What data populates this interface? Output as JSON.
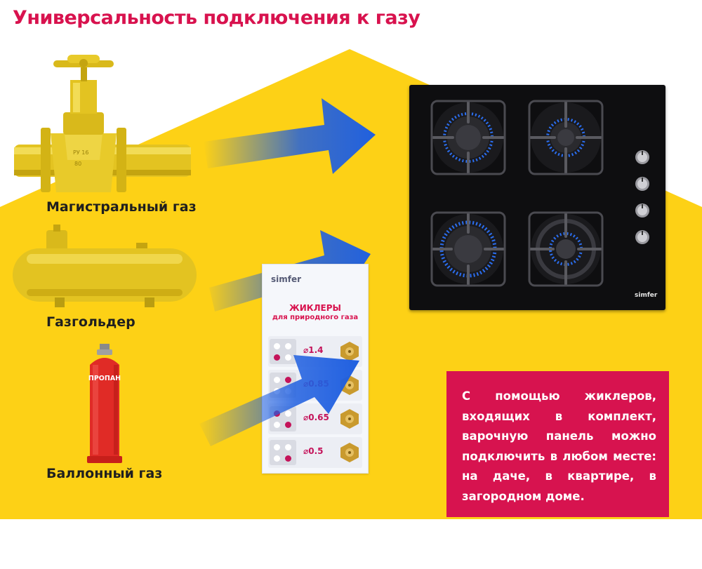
{
  "title": "Универсальность подключения к газу",
  "colors": {
    "accent": "#d7134f",
    "house_yellow": "#fdd116",
    "arrow_blue": "#1f5fe0",
    "hob_black": "#0e0e10"
  },
  "sources": [
    {
      "label": "Магистральный газ",
      "icon": "gas-pipe-valve-icon"
    },
    {
      "label": "Газгольдер",
      "icon": "gas-holder-tank-icon"
    },
    {
      "label": "Баллонный газ",
      "icon": "gas-cylinder-icon",
      "cylinder_text": "ПРОПАН"
    }
  ],
  "jet_card": {
    "brand": "simfer",
    "title": "ЖИКЛЕРЫ",
    "subtitle": "для природного газа",
    "jets": [
      {
        "size": "⌀1.4"
      },
      {
        "size": "⌀0.85"
      },
      {
        "size": "⌀0.65"
      },
      {
        "size": "⌀0.5"
      }
    ]
  },
  "hob": {
    "brand": "simfer",
    "burners": 4,
    "knobs": 4
  },
  "info": {
    "text": "С помощью жиклеров, входящих в комплект, варочную панель можно подключить в любом месте: на даче, в квартире, в загородном доме."
  }
}
